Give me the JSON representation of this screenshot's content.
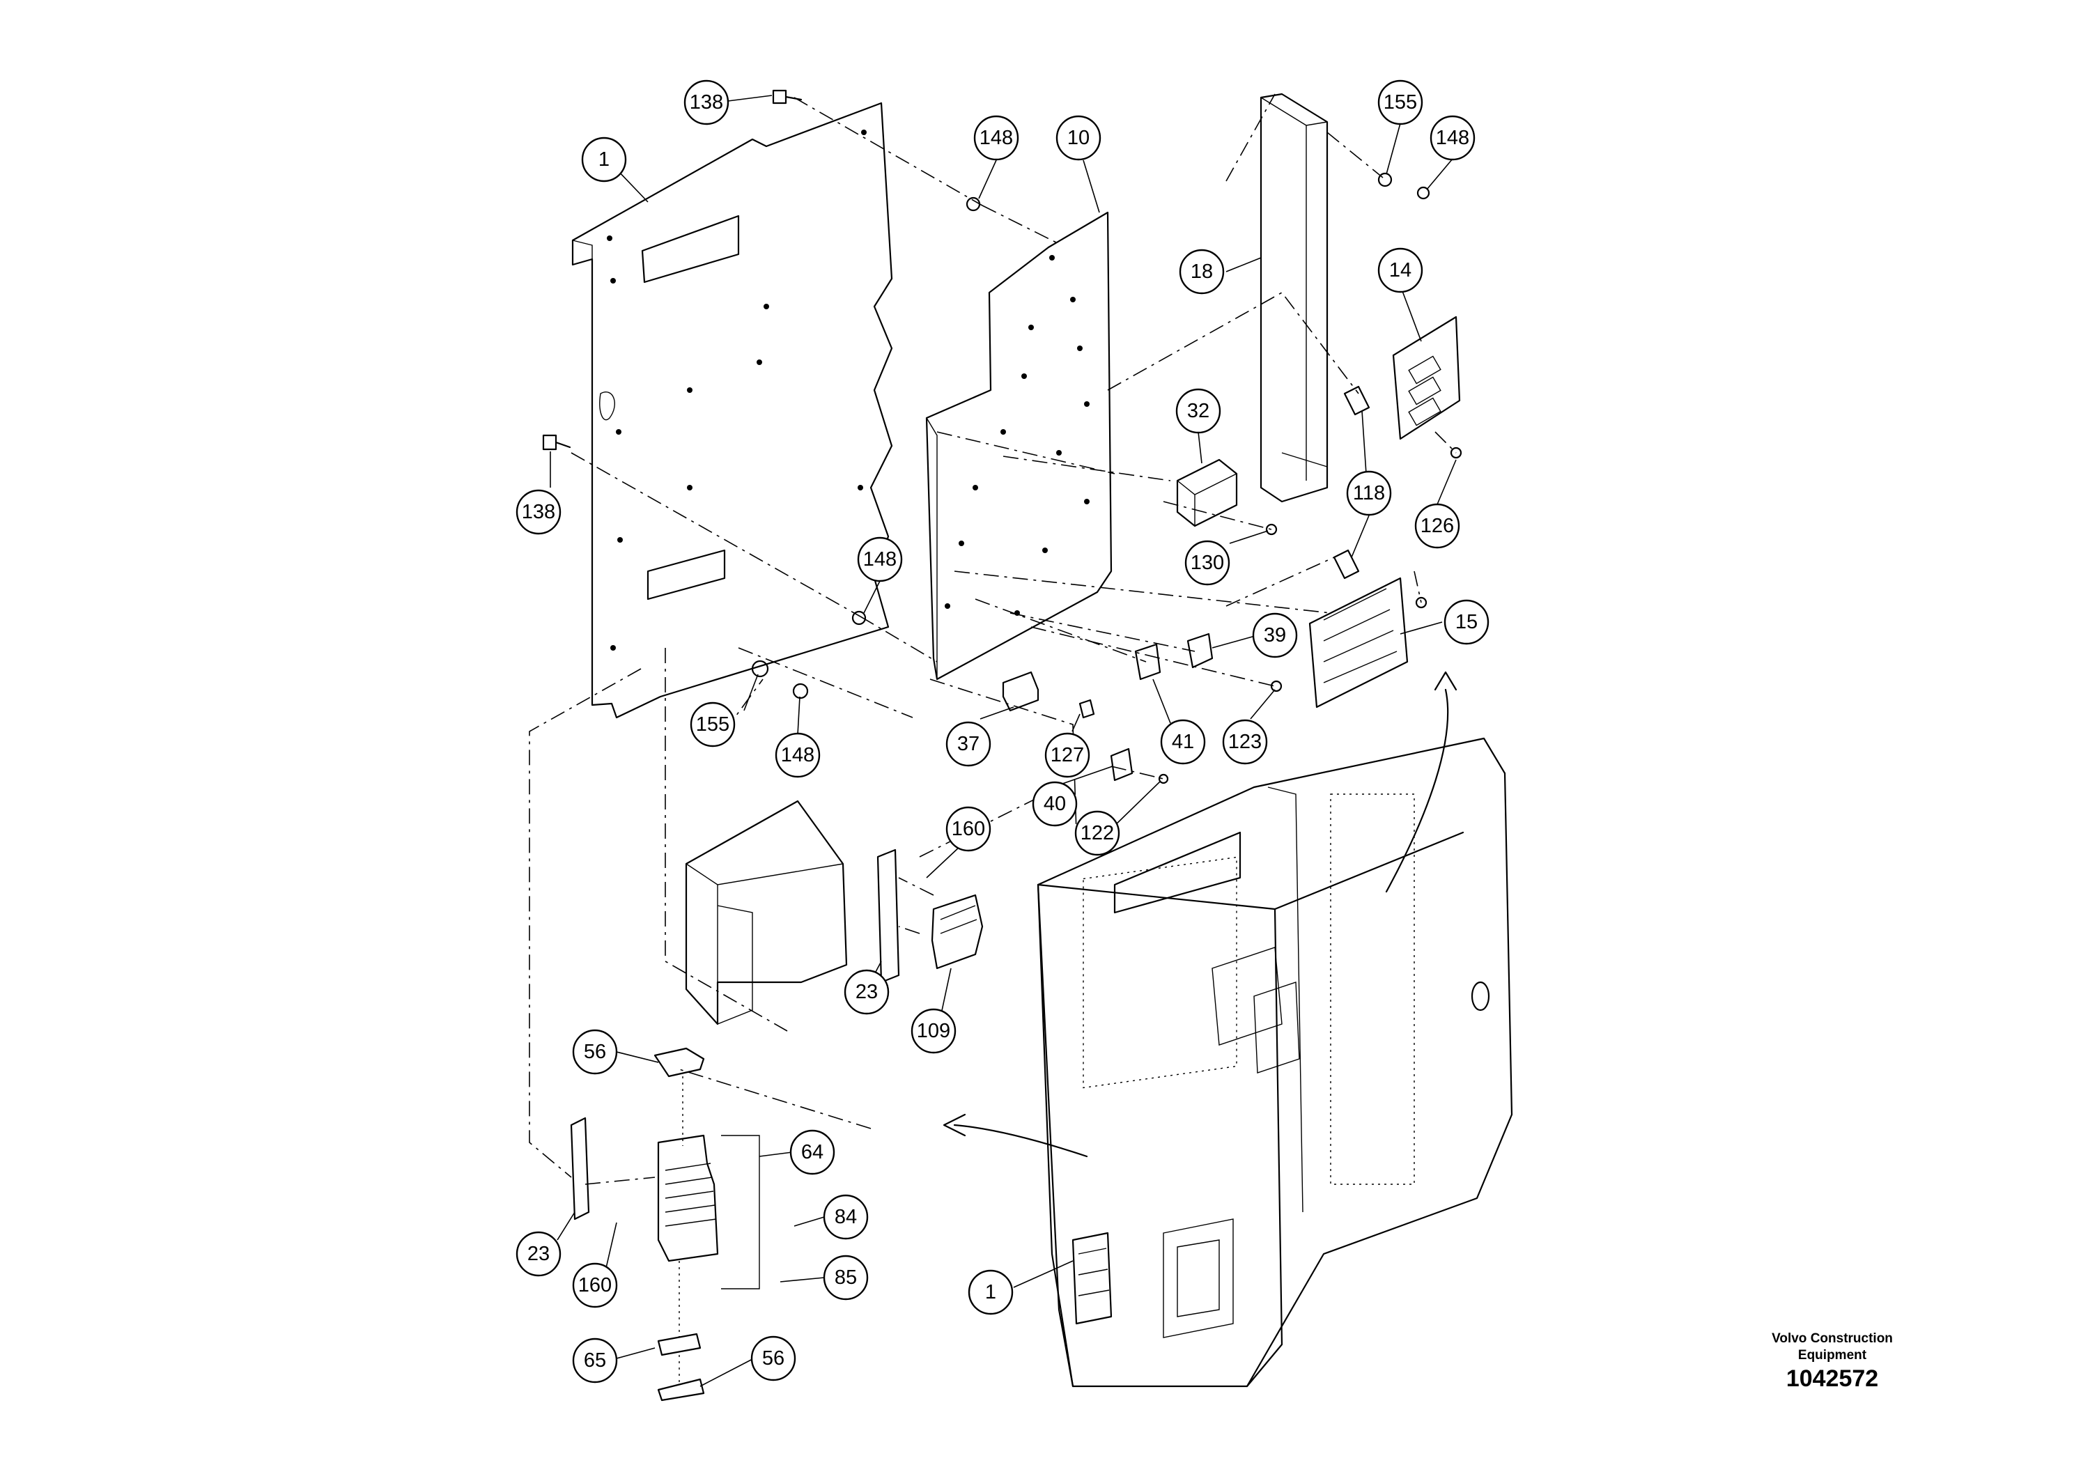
{
  "diagram": {
    "callouts": [
      {
        "label": "1"
      },
      {
        "label": "138"
      },
      {
        "label": "148"
      },
      {
        "label": "10"
      },
      {
        "label": "155"
      },
      {
        "label": "148"
      },
      {
        "label": "18"
      },
      {
        "label": "14"
      },
      {
        "label": "32"
      },
      {
        "label": "138"
      },
      {
        "label": "148"
      },
      {
        "label": "118"
      },
      {
        "label": "126"
      },
      {
        "label": "130"
      },
      {
        "label": "39"
      },
      {
        "label": "15"
      },
      {
        "label": "155"
      },
      {
        "label": "148"
      },
      {
        "label": "37"
      },
      {
        "label": "127"
      },
      {
        "label": "41"
      },
      {
        "label": "123"
      },
      {
        "label": "40"
      },
      {
        "label": "122"
      },
      {
        "label": "160"
      },
      {
        "label": "23"
      },
      {
        "label": "109"
      },
      {
        "label": "56"
      },
      {
        "label": "64"
      },
      {
        "label": "84"
      },
      {
        "label": "23"
      },
      {
        "label": "160"
      },
      {
        "label": "85"
      },
      {
        "label": "1"
      },
      {
        "label": "65"
      },
      {
        "label": "56"
      }
    ]
  },
  "footer": {
    "company_line1": "Volvo Construction",
    "company_line2": "Equipment",
    "document_number": "1042572"
  }
}
